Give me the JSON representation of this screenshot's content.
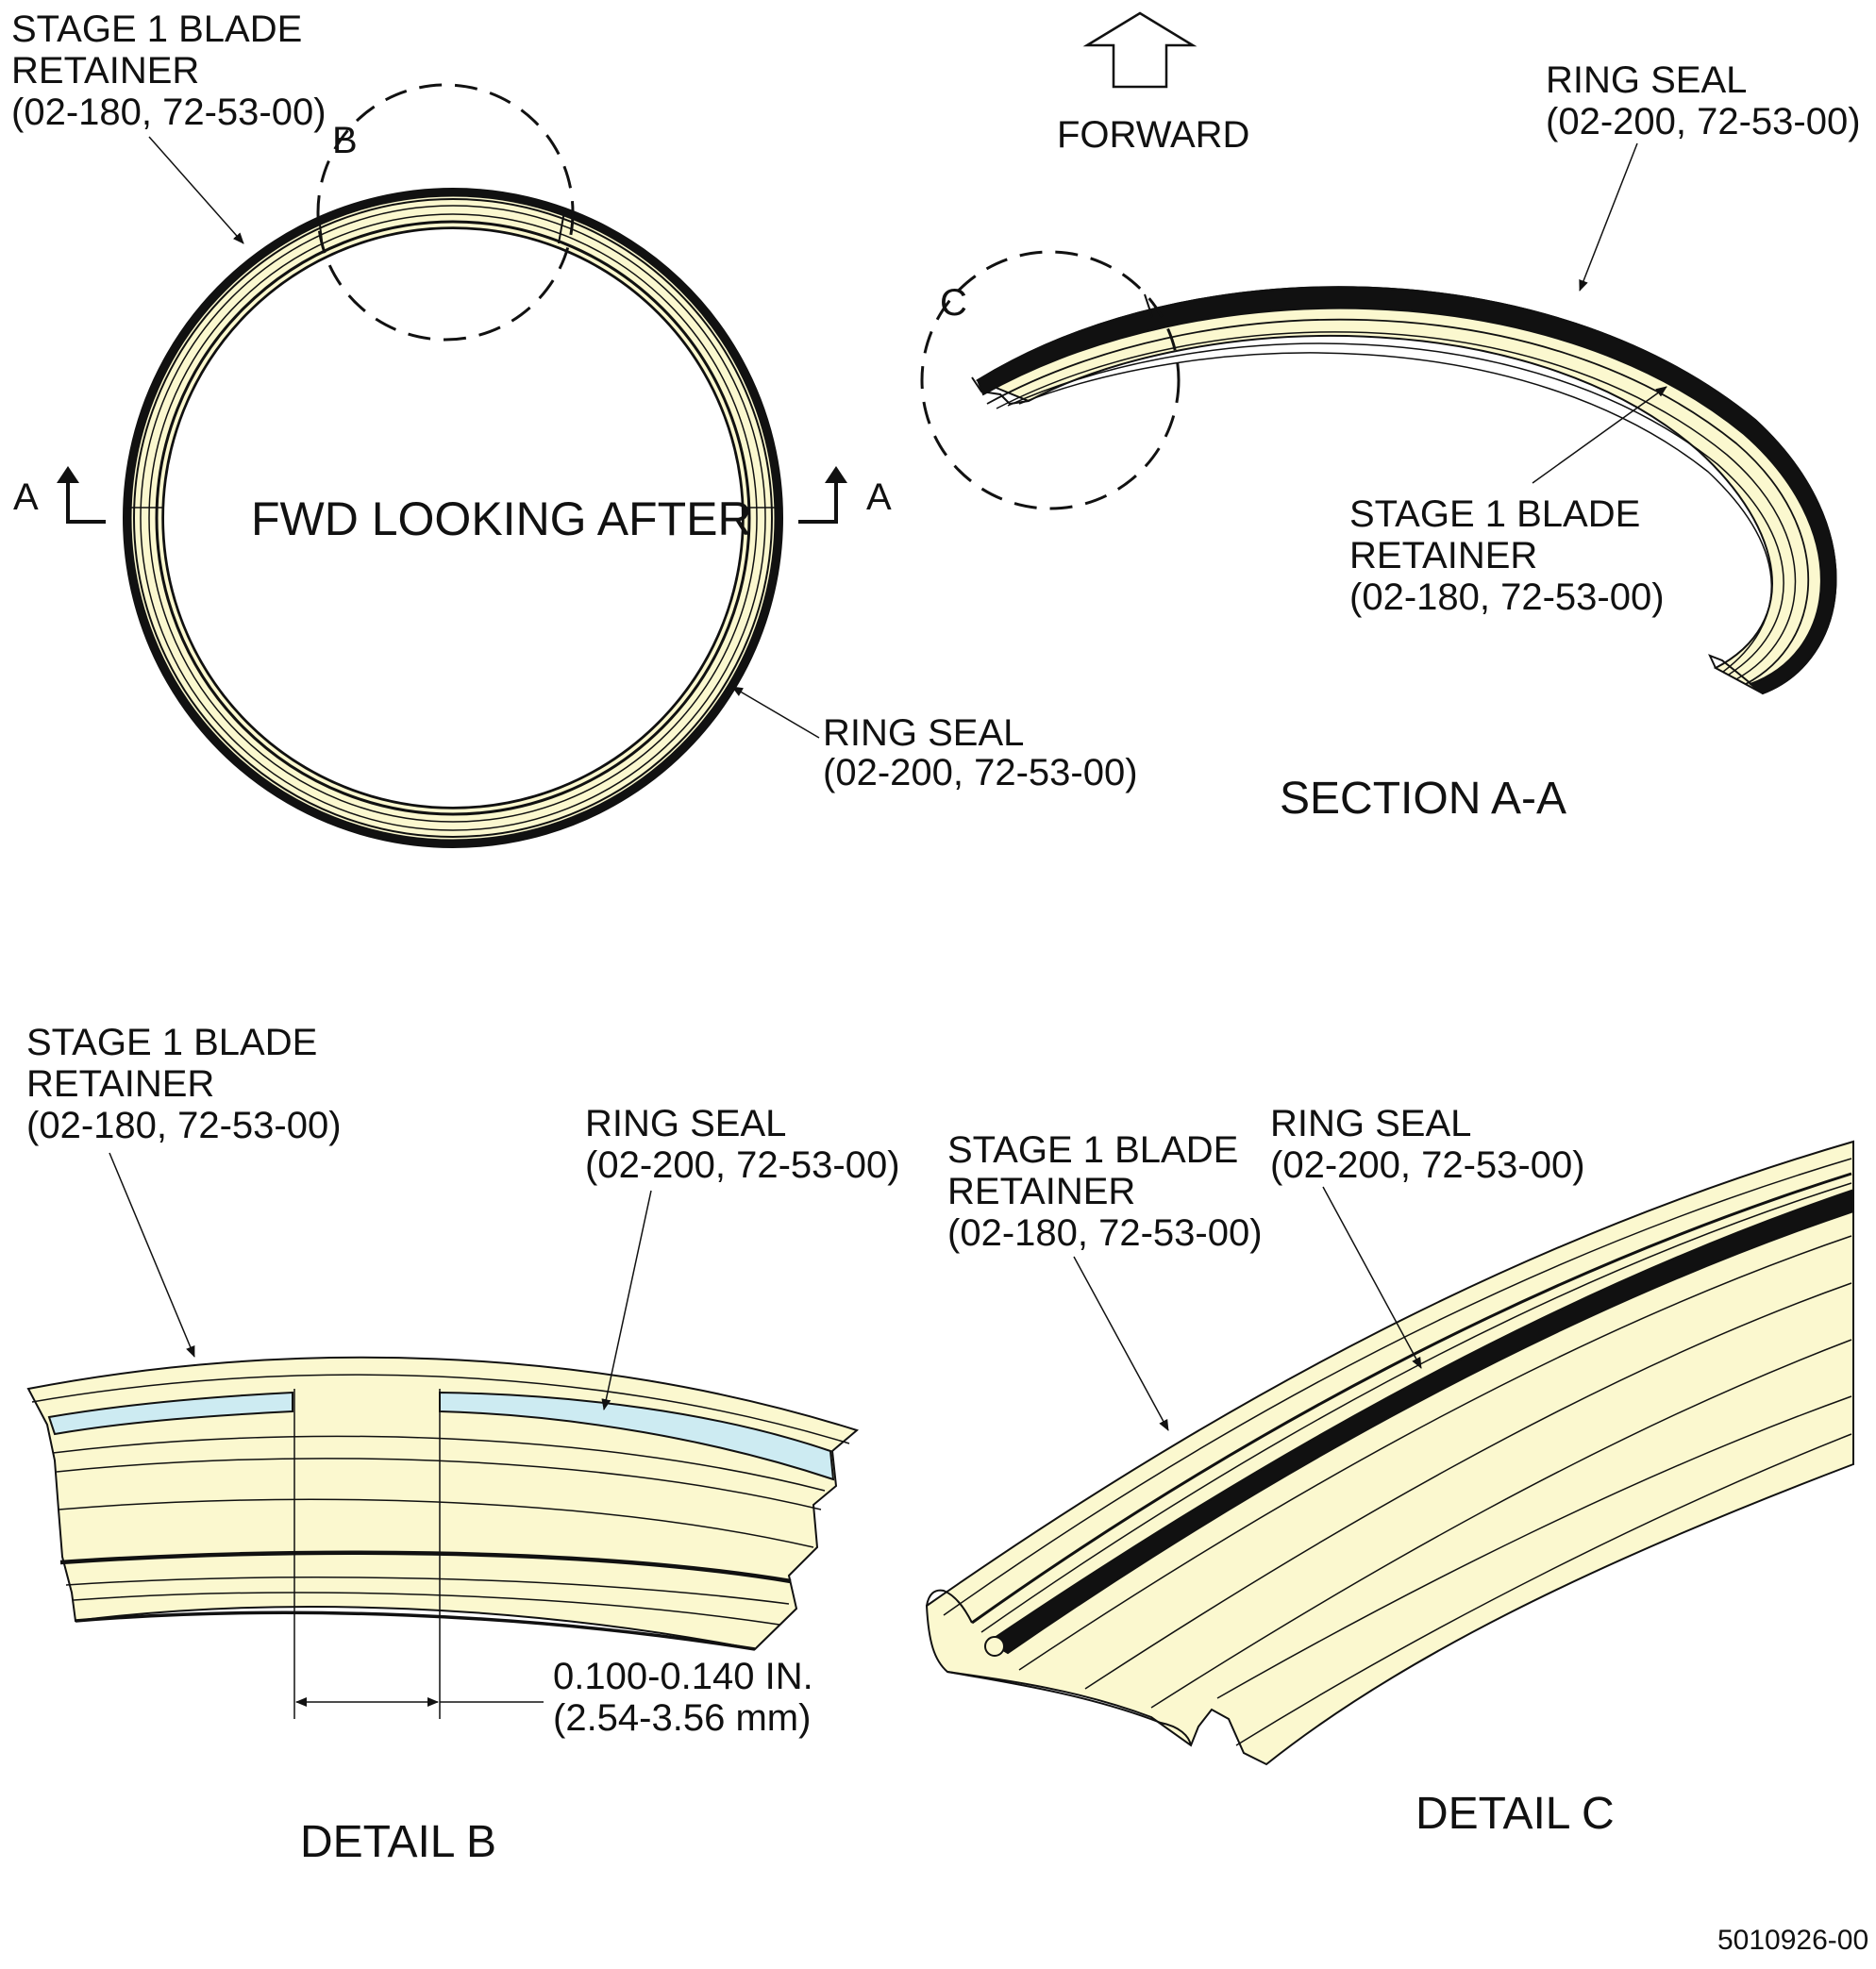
{
  "labels": {
    "retainer_top_left": [
      "STAGE 1 BLADE",
      "RETAINER",
      "(02-180, 72-53-00)"
    ],
    "ring_seal_top_left": [
      "RING SEAL",
      "(02-200, 72-53-00)"
    ],
    "circle_center": "FWD LOOKING AFTER",
    "forward": "FORWARD",
    "ring_seal_top_right": [
      "RING SEAL",
      "(02-200, 72-53-00)"
    ],
    "retainer_top_right": [
      "STAGE 1 BLADE",
      "RETAINER",
      "(02-180, 72-53-00)"
    ],
    "section_title": "SECTION A-A",
    "retainer_bottom_left": [
      "STAGE 1 BLADE",
      "RETAINER",
      "(02-180, 72-53-00)"
    ],
    "ring_seal_bottom_left": [
      "RING SEAL",
      "(02-200, 72-53-00)"
    ],
    "gap_dimension": [
      "0.100-0.140 IN.",
      "(2.54-3.56 mm)"
    ],
    "detail_b_title": "DETAIL B",
    "retainer_bottom_right": [
      "STAGE 1 BLADE",
      "RETAINER",
      "(02-180, 72-53-00)"
    ],
    "ring_seal_bottom_right": [
      "RING SEAL",
      "(02-200, 72-53-00)"
    ],
    "detail_c_title": "DETAIL C",
    "detail_b_marker": "B",
    "detail_c_marker": "C",
    "section_marker_left": "A",
    "section_marker_right": "A",
    "document_number": "5010926-00"
  },
  "colors": {
    "part_fill": "#fbf8cf",
    "seal_highlight": "#cdebf2",
    "line": "#111111"
  }
}
